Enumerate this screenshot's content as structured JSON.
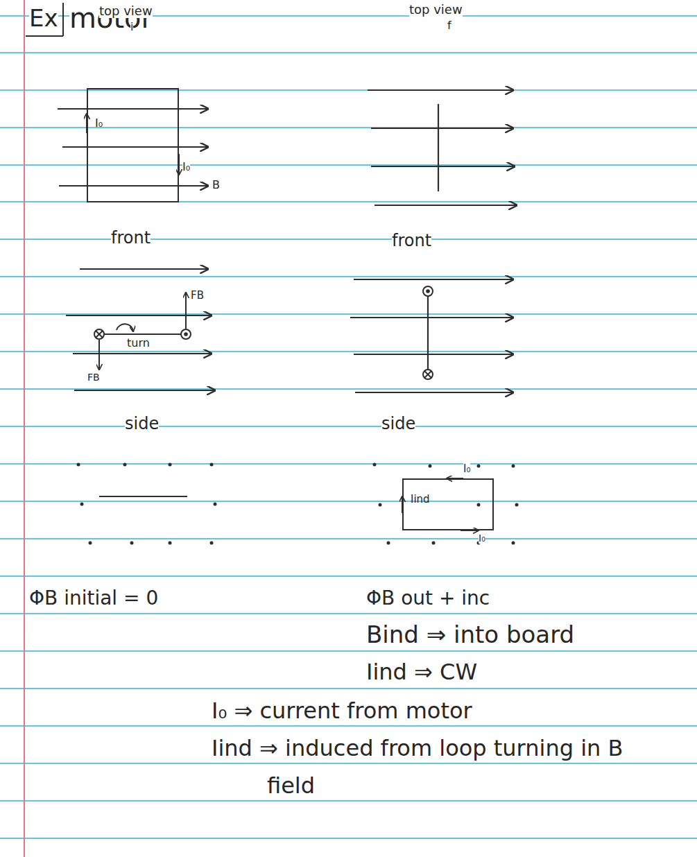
{
  "diagram": {
    "title": "motor",
    "nodes": [
      {
        "text": [
          "I₀"
        ]
      },
      {
        "text": [
          "Iind"
        ]
      }
    ],
    "labels": [
      "Ex",
      "top view",
      "i",
      "I₀",
      "B",
      "top view",
      "f",
      "front",
      "front",
      "FB",
      "FB",
      "turn",
      "side",
      "side",
      "I₀",
      "I₀",
      "ΦB initial = 0",
      "ΦB out + inc",
      "Bind ⇒ into board",
      "Iind ⇒ CW",
      "I₀ ⇒ current from motor",
      "Iind ⇒ induced from loop turning in B field"
    ]
  }
}
